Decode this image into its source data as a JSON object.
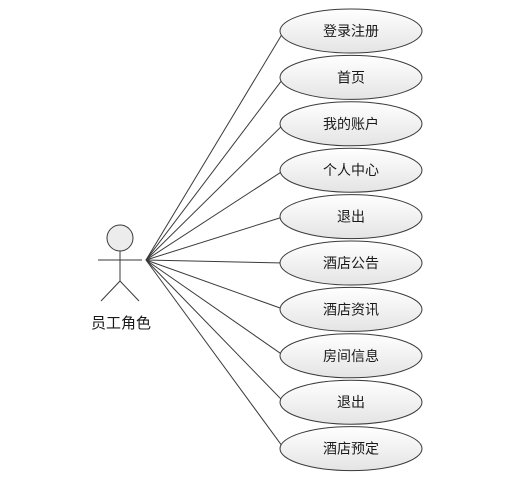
{
  "actor": {
    "label": "员工角色"
  },
  "use_cases": [
    {
      "label": "登录注册"
    },
    {
      "label": "首页"
    },
    {
      "label": "我的账户"
    },
    {
      "label": "个人中心"
    },
    {
      "label": "退出"
    },
    {
      "label": "酒店公告"
    },
    {
      "label": "酒店资讯"
    },
    {
      "label": "房间信息"
    },
    {
      "label": "退出"
    },
    {
      "label": "酒店预定"
    }
  ],
  "colors": {
    "stroke": "#3a3a3a",
    "ellipse_fill_top": "#ffffff",
    "ellipse_fill_bottom": "#e6e6e6",
    "actor_head_fill": "#ececec"
  }
}
